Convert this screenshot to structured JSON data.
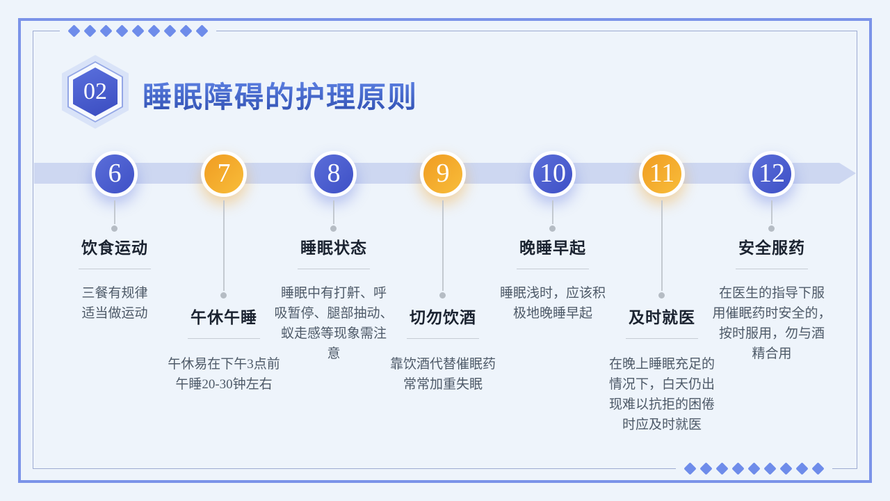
{
  "header": {
    "badge_number": "02",
    "title": "睡眠障碍的护理原则"
  },
  "theme": {
    "background": "#eef4fb",
    "frame_blue": "#7b93e8",
    "inner_frame": "#9dabd2",
    "diamond": "#6e8cea",
    "band": "#cdd7f1",
    "node_blue": "#4355c8",
    "node_orange": "#f2a52a",
    "title_text": "#1b2330",
    "body_text": "#4e5a68"
  },
  "decor": {
    "diamond_icon": "diamond",
    "top_row_count": 9,
    "bottom_row_count": 9
  },
  "timeline": {
    "items": [
      {
        "number": "6",
        "variant": "blue",
        "title": "饮食运动",
        "body": "三餐有规律\n适当做运动"
      },
      {
        "number": "7",
        "variant": "orange",
        "title": "午休午睡",
        "body": "午休易在下午3点前\n午睡20-30钟左右"
      },
      {
        "number": "8",
        "variant": "blue",
        "title": "睡眠状态",
        "body": "睡眠中有打鼾、呼\n吸暂停、腿部抽动、\n蚁走感等现象需注\n意"
      },
      {
        "number": "9",
        "variant": "orange",
        "title": "切勿饮酒",
        "body": "靠饮酒代替催眠药\n常常加重失眠"
      },
      {
        "number": "10",
        "variant": "blue",
        "title": "晚睡早起",
        "body": "睡眠浅时，应该积\n极地晚睡早起"
      },
      {
        "number": "11",
        "variant": "orange",
        "title": "及时就医",
        "body": "在晚上睡眠充足的\n情况下，白天仍出\n现难以抗拒的困倦\n时应及时就医"
      },
      {
        "number": "12",
        "variant": "blue",
        "title": "安全服药",
        "body": "在医生的指导下服\n用催眠药时安全的，\n按时服用，勿与酒\n精合用"
      }
    ]
  }
}
